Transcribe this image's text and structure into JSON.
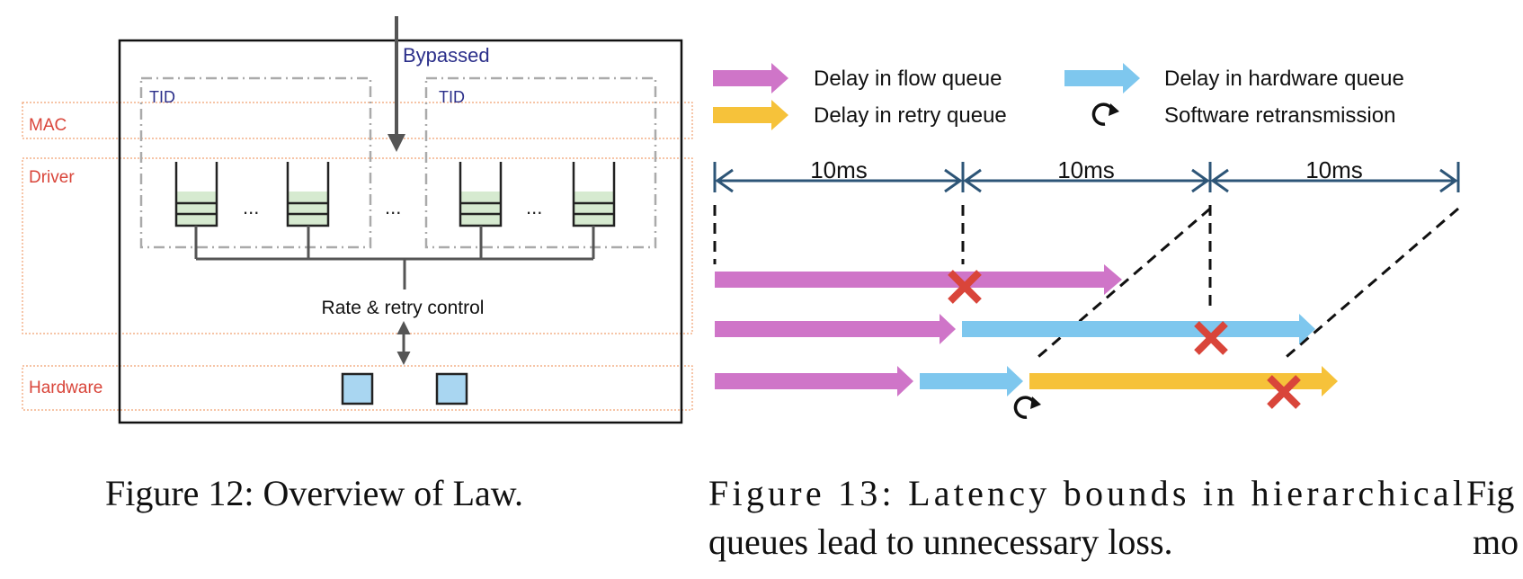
{
  "figure12": {
    "bypassed_label": "Bypassed",
    "tid_label_left": "TID",
    "tid_label_right": "TID",
    "layers": {
      "mac": "MAC",
      "driver": "Driver",
      "hardware": "Hardware"
    },
    "dots": "...",
    "control_label": "Rate & retry control",
    "caption": "Figure 12: Overview of Law."
  },
  "figure13": {
    "legend": {
      "flow_queue": "Delay in flow queue",
      "hardware_queue": "Delay in hardware queue",
      "retry_queue": "Delay in retry queue",
      "software_retransmission": "Software retransmission"
    },
    "interval_label": "10ms",
    "caption_line1": "Figure 13: Latency bounds in hierarchical",
    "caption_line2": "queues lead to unnecessary loss."
  },
  "figure14_fragment": {
    "line1": "Fig",
    "line2": "mo"
  },
  "colors": {
    "flow_queue": "#cf75c8",
    "hardware_queue": "#7ec7ee",
    "retry_queue": "#f6c23a",
    "loss_x": "#d9453a",
    "timeline": "#2d5577",
    "layer_label": "#d9453a",
    "tid_label": "#2b2f8a",
    "queue_fill": "#d6ead0",
    "hw_block": "#a9d6f1"
  }
}
